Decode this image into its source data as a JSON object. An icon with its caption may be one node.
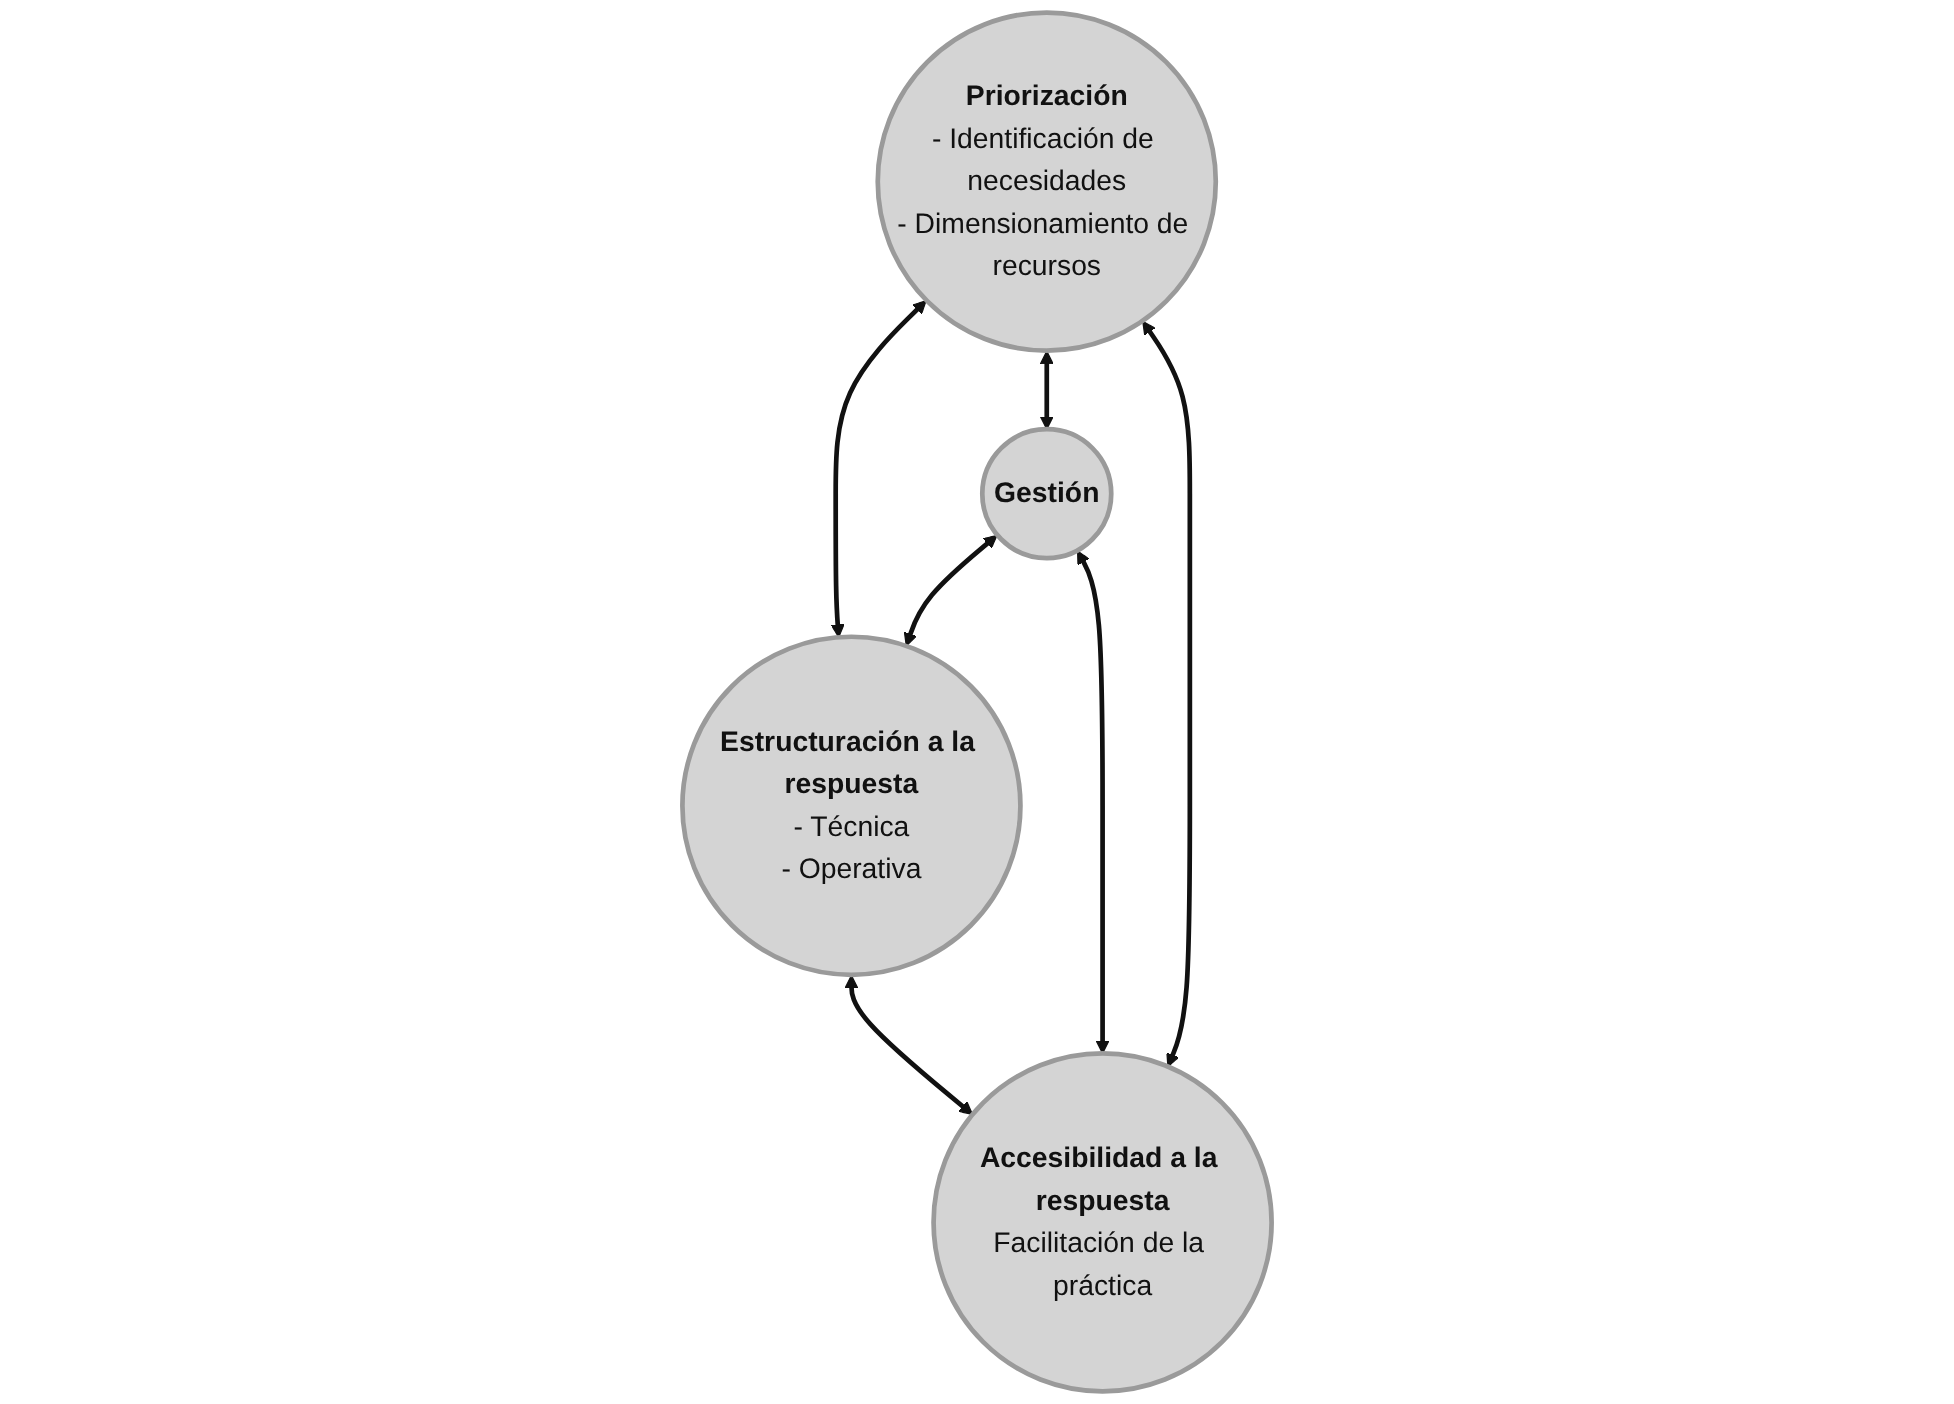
{
  "diagram": {
    "nodes": [
      {
        "text": [
          "Priorización",
          "- Identificación de necesidades",
          "- Dimensionamiento de recursos"
        ]
      },
      {
        "text": [
          "Gestión"
        ]
      },
      {
        "text": [
          "Estructuración a la respuesta",
          "- Técnica",
          "- Operativa"
        ]
      },
      {
        "text": [
          "Accesibilidad a la respuesta",
          "Facilitación de la práctica"
        ]
      }
    ],
    "edges": [
      {
        "from": 0,
        "to": 2,
        "arrow": "both"
      },
      {
        "from": 0,
        "to": 1,
        "arrow": "both"
      },
      {
        "from": 0,
        "to": 3,
        "arrow": "both"
      },
      {
        "from": 1,
        "to": 2,
        "arrow": "both"
      },
      {
        "from": 1,
        "to": 3,
        "arrow": "both"
      },
      {
        "from": 2,
        "to": 3,
        "arrow": "both"
      }
    ]
  }
}
